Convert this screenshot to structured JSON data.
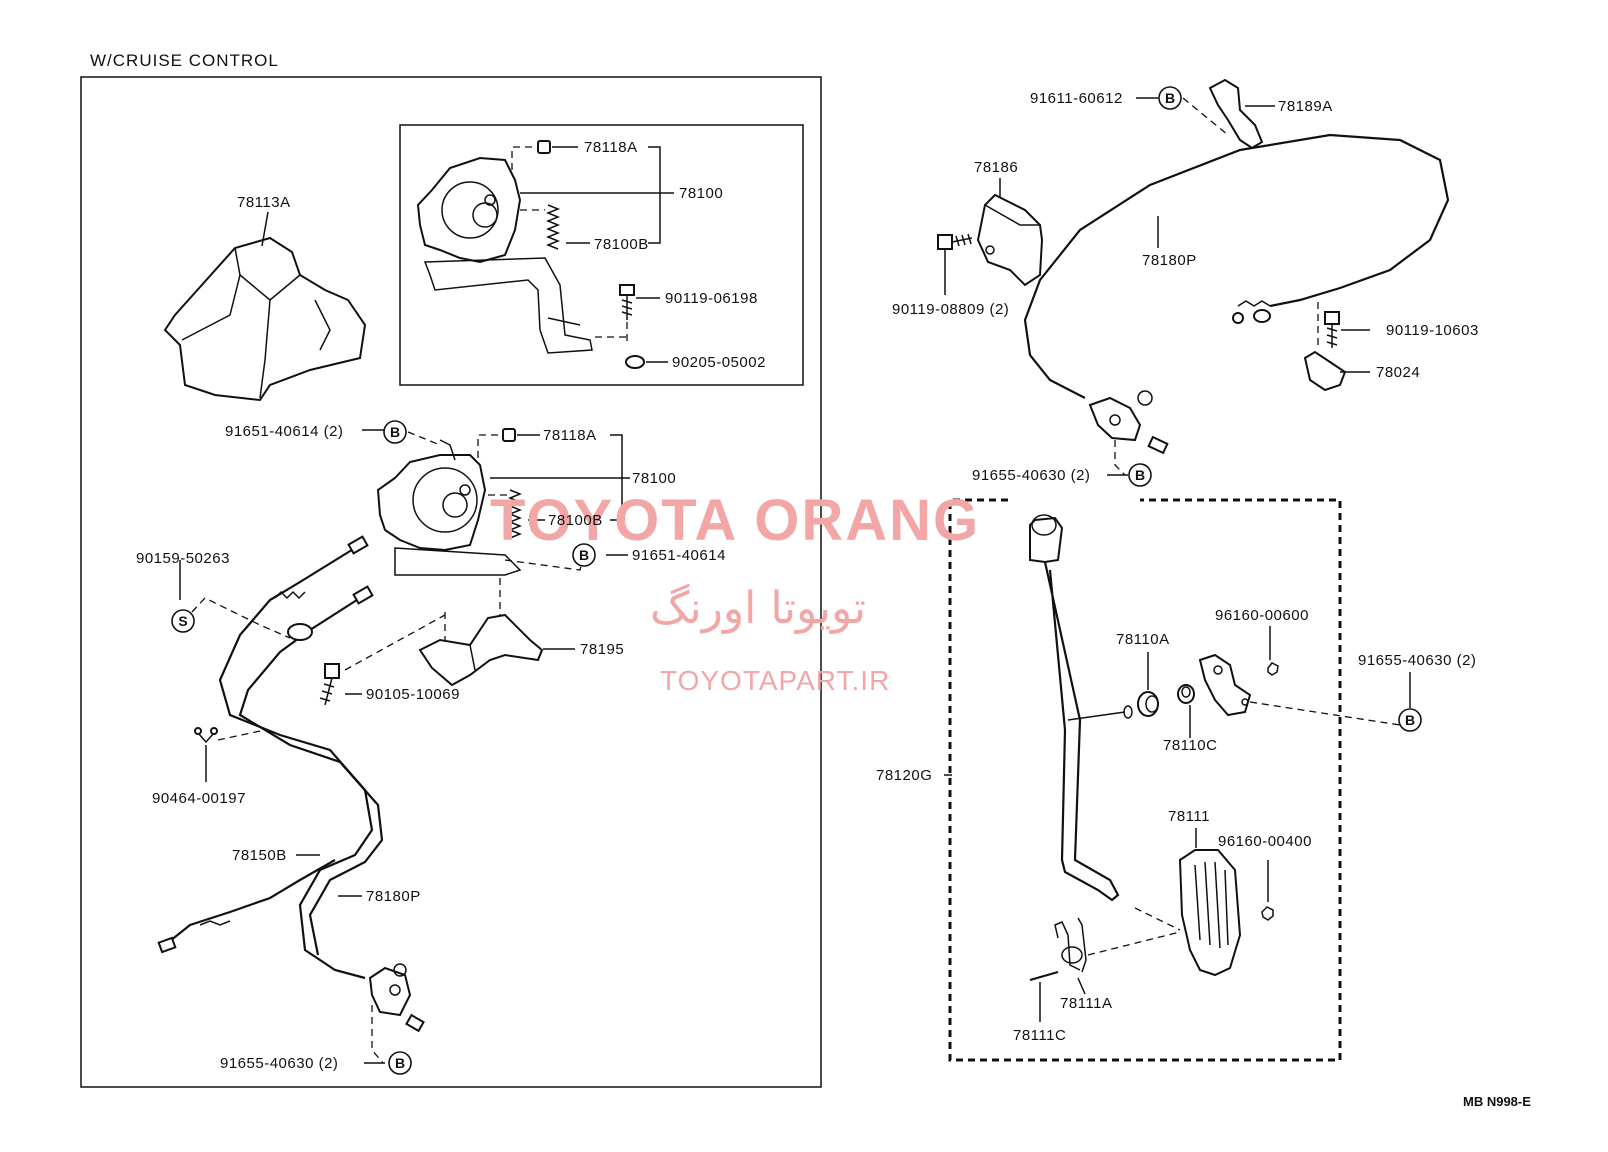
{
  "diagram": {
    "title": "W/CRUISE CONTROL",
    "code": "MB N998-E",
    "watermark": {
      "brand": "TOYOTA ORANG",
      "persian": "تویوتا اورنگ",
      "url": "TOYOTAPART.IR"
    },
    "symbols": {
      "b": "B",
      "s": "S"
    },
    "labels": {
      "l78113a": "78113A",
      "l78118a_inset": "78118A",
      "l78100_inset": "78100",
      "l78100b_inset": "78100B",
      "l90119_06198": "90119-06198",
      "l90205_05002": "90205-05002",
      "l91651_40614_2": "91651-40614 (2)",
      "l78118a": "78118A",
      "l78100": "78100",
      "l78100b": "78100B",
      "l91651_40614": "91651-40614",
      "l90159_50263": "90159-50263",
      "l78195": "78195",
      "l90105_10069": "90105-10069",
      "l90464_00197": "90464-00197",
      "l78150b": "78150B",
      "l78180p_left": "78180P",
      "l91655_40630_left": "91655-40630 (2)",
      "l91611_60612": "91611-60612",
      "l78189a": "78189A",
      "l78186": "78186",
      "l78180p_right": "78180P",
      "l90119_08809": "90119-08809 (2)",
      "l90119_10603": "90119-10603",
      "l78024": "78024",
      "l91655_40630_right": "91655-40630 (2)",
      "l78110a": "78110A",
      "l96160_00600": "96160-00600",
      "l91655_40630_pedal": "91655-40630 (2)",
      "l78110c": "78110C",
      "l78120g": "78120G",
      "l78111": "78111",
      "l96160_00400": "96160-00400",
      "l78111a": "78111A",
      "l78111c": "78111C"
    }
  }
}
